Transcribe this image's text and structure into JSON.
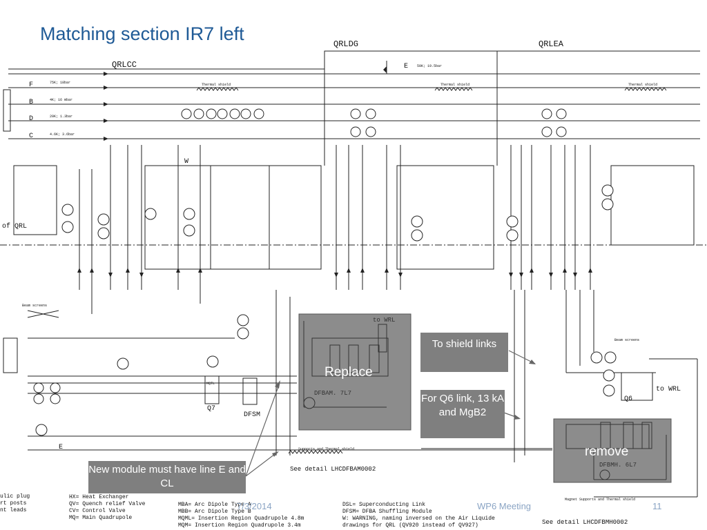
{
  "slide": {
    "title": "Matching section IR7 left",
    "footer_date": "7/3/2014",
    "footer_meeting": "WP6 Meeting",
    "page_number": "11"
  },
  "sections": {
    "qrlcc": "QRLCC",
    "qrldg": "QRLDG",
    "qrlea": "QRLEA"
  },
  "lines": {
    "f": "F",
    "b": "B",
    "d": "D",
    "c": "C",
    "e": "E",
    "f_spec": "75K; 18bar",
    "b_spec": "4K; 16 mbar",
    "d_spec": "20K; 1.3bar",
    "c_spec": "4.6K; 3.6bar",
    "e_spec": "50K; 19.5bar",
    "thermal_shield": "Thermal shield",
    "beam_screens": "Beam screens",
    "supports_thermal": "Supports and Thermal shield",
    "magnet_supports": "Magnet Supports and Thermal shield",
    "of_qrl": "of QRL"
  },
  "modules": {
    "dfbam": "DFBAM. 7L7",
    "dfbmh": "DFBMH. 6L7",
    "q7": "Q7",
    "q6": "Q6",
    "dfsm": "DFSM",
    "to_wrl_1": "to WRL",
    "to_wrl_2": "to WRL",
    "see_detail_1": "See detail  LHCDFBAM0002",
    "see_detail_2": "See detail  LHCDFBMH0002",
    "w_label": "W",
    "mqtl": "MQTL"
  },
  "callouts": {
    "replace": "Replace",
    "remove": "remove",
    "to_shield": "To shield links",
    "for_q6": "For Q6 link, 13 kA and MgB2",
    "new_module": "New module must have line E and CL"
  },
  "legend": {
    "col1": "ulic plug\nrt posts\nnt leads",
    "col2": "HX= Heat Exchanger\nQV= Quench relief Valve\nCV= Control Valve\nMQ= Main Quadrupole",
    "col3": "MBA= Arc Dipole Type A\nMBB= Arc Dipole Type B\nMQML= Insertion Region Quadrupole 4.8m\nMQM= Insertion Region Quadrupole 3.4m",
    "col4": "DSL= Superconducting Link\nDFSM= DFBA Shuffling Module\nW: WARNING, naming inversed on the Air Liquide\ndrawings for QRL (QV920 instead of QV927)"
  },
  "colors": {
    "title": "#1f5a96",
    "callout_bg": "#7f7f7f",
    "box_fill": "#8c8c8c",
    "line": "#222222",
    "footer": "#8aa4c4"
  }
}
